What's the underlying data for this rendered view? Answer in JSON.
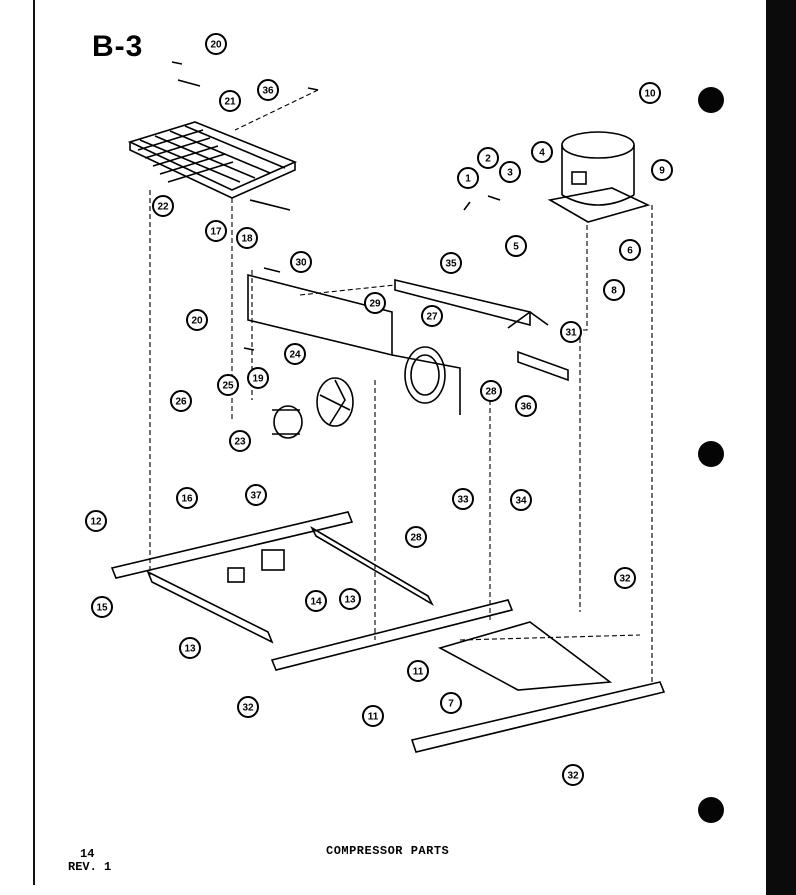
{
  "figure_id": "B-3",
  "caption": "COMPRESSOR PARTS",
  "page_number": "14",
  "revision": "REV. 1",
  "callouts": [
    "20",
    "21",
    "36",
    "22",
    "17",
    "18",
    "1",
    "2",
    "3",
    "4",
    "10",
    "9",
    "6",
    "5",
    "8",
    "30",
    "35",
    "29",
    "27",
    "31",
    "20",
    "19",
    "24",
    "25",
    "28",
    "26",
    "23",
    "36",
    "33",
    "34",
    "12",
    "16",
    "37",
    "28",
    "15",
    "14",
    "13",
    "13",
    "32",
    "11",
    "32",
    "7",
    "11",
    "32"
  ]
}
